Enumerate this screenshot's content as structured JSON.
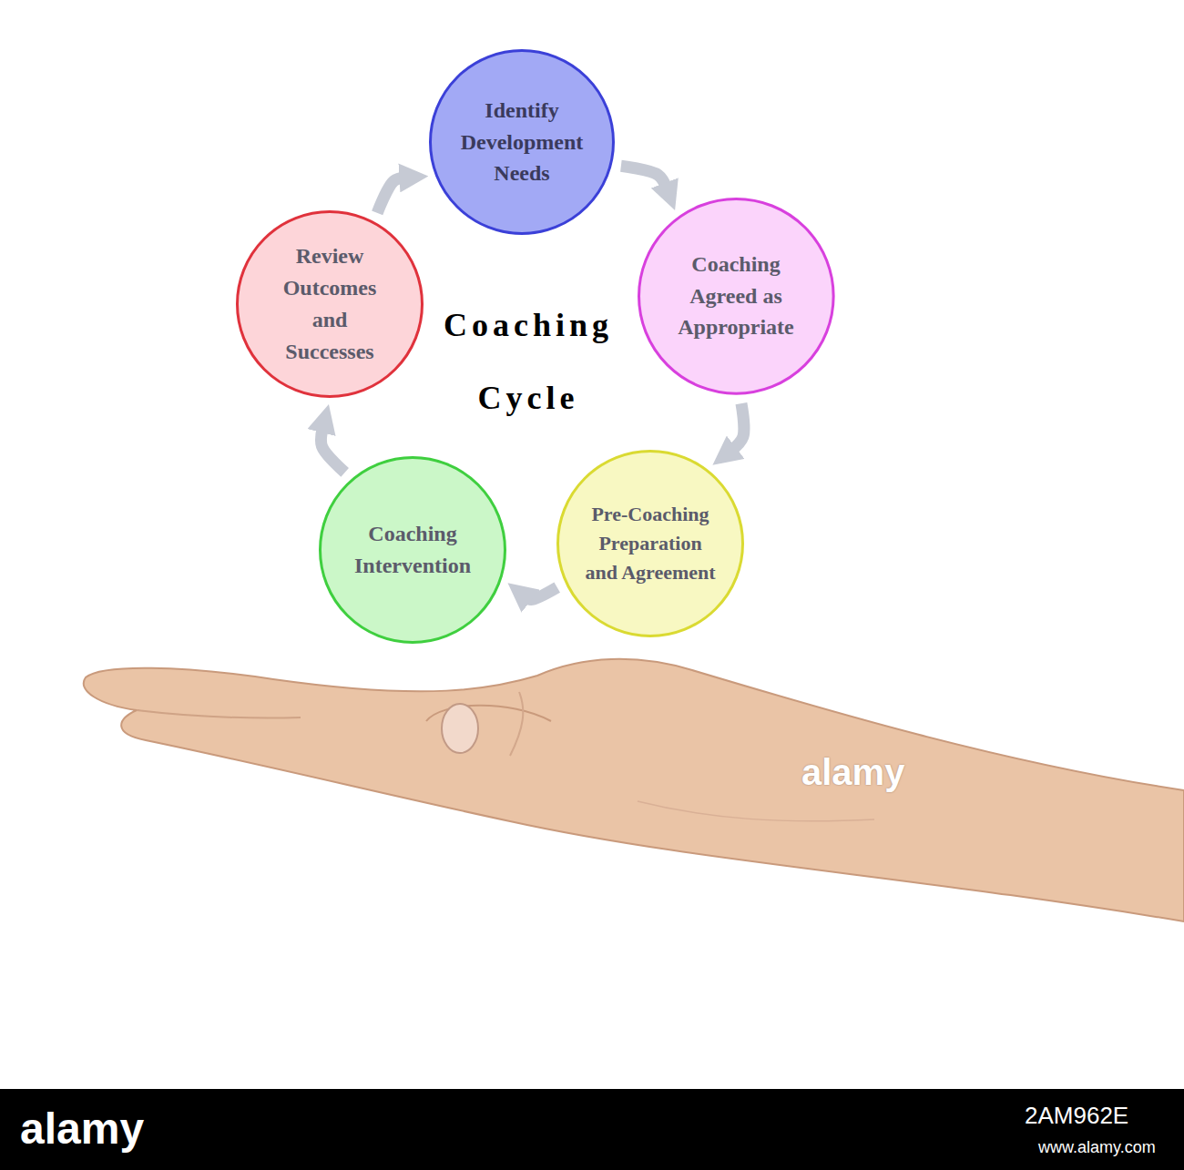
{
  "diagram": {
    "title": "Coaching Cycle",
    "nodes": [
      {
        "text": [
          "Identify Development Needs"
        ]
      },
      {
        "text": [
          "Coaching Agreed as Appropriate"
        ]
      },
      {
        "text": [
          "Pre-Coaching Preparation and Agreement"
        ]
      },
      {
        "text": [
          "Coaching Intervention"
        ]
      },
      {
        "text": [
          "Review Outcomes and Successes"
        ]
      }
    ],
    "edges": [
      {
        "from": 0,
        "to": 1,
        "arrow": "to"
      },
      {
        "from": 1,
        "to": 2,
        "arrow": "to"
      },
      {
        "from": 2,
        "to": 3,
        "arrow": "to"
      },
      {
        "from": 3,
        "to": 4,
        "arrow": "to"
      },
      {
        "from": 4,
        "to": 0,
        "arrow": "to"
      }
    ],
    "labels": [
      "alamy",
      "alamy",
      "2AM962E",
      "www.alamy.com"
    ]
  }
}
